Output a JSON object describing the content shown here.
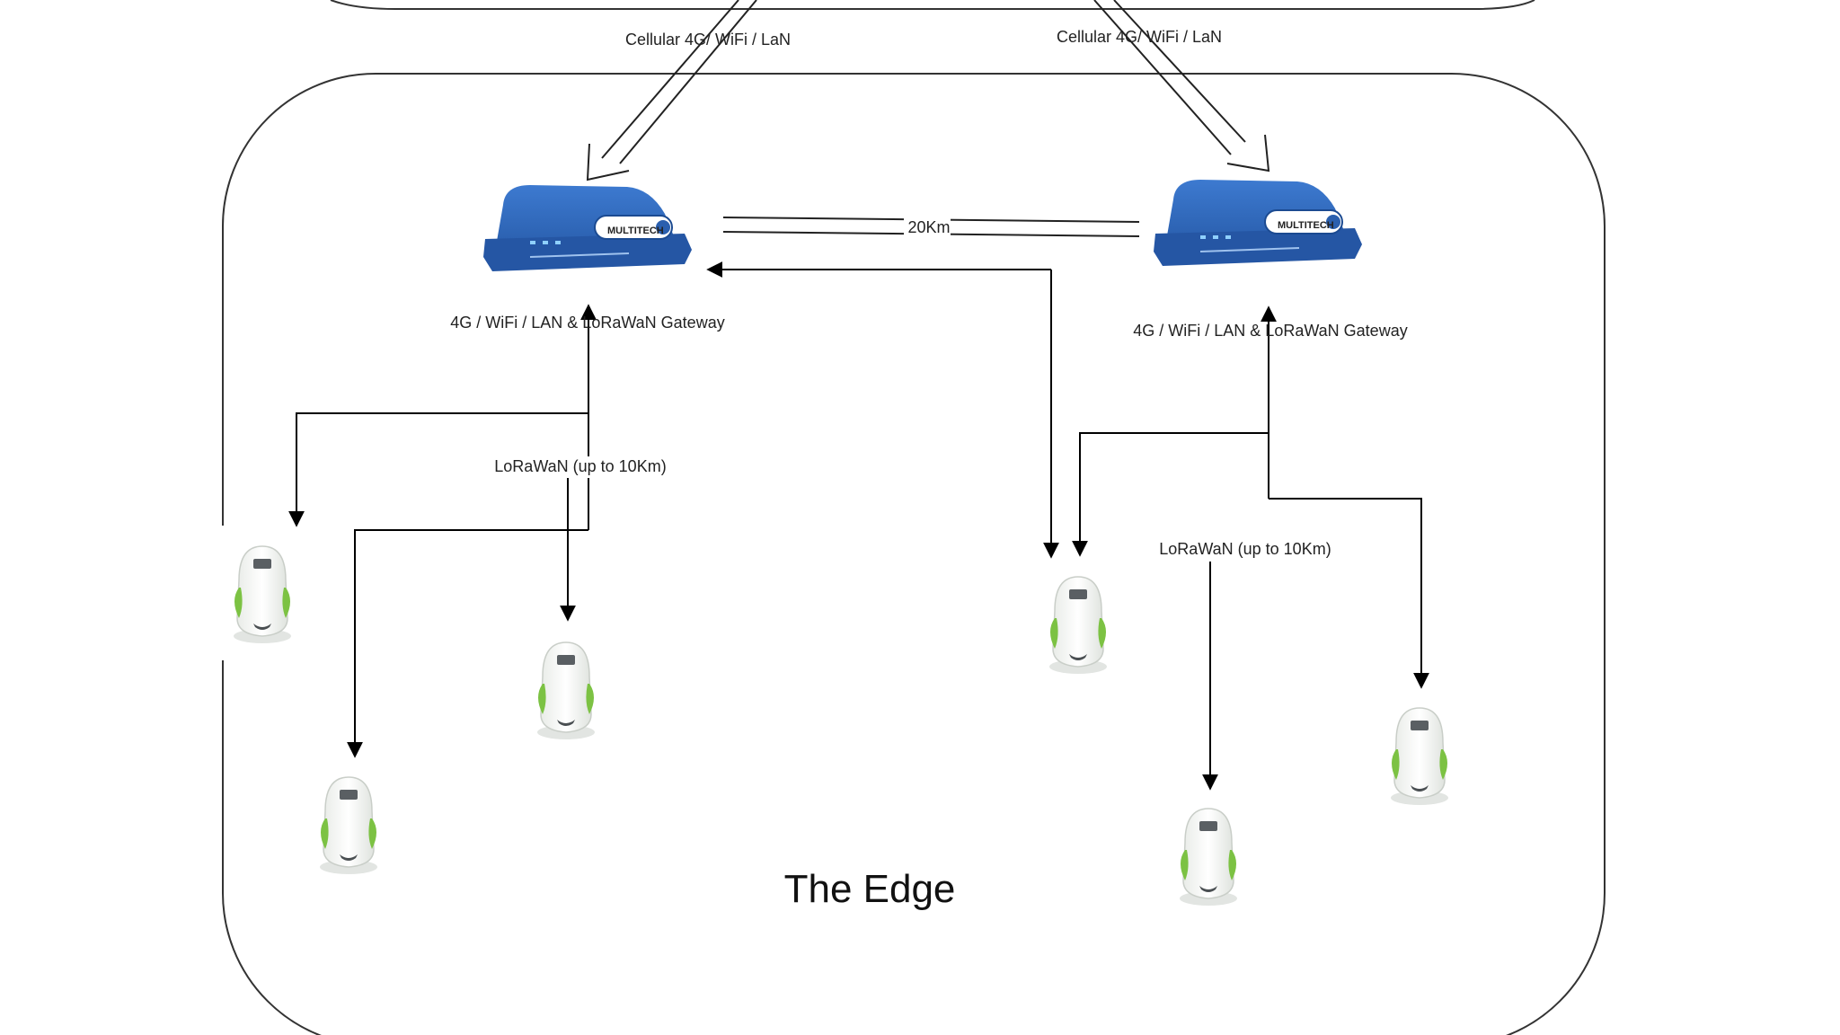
{
  "links": {
    "uplink_left": "Cellular 4G/ WiFi / LaN",
    "uplink_right": "Cellular 4G/ WiFi / LaN",
    "distance": "20Km",
    "lorawan_left": "LoRaWaN (up to 10Km)",
    "lorawan_right": "LoRaWaN (up to 10Km)"
  },
  "gateways": {
    "left": {
      "label": "4G / WiFi / LAN & LoRaWaN Gateway",
      "brand": "MULTITECH"
    },
    "right": {
      "label": "4G / WiFi / LAN & LoRaWaN Gateway",
      "brand": "MULTITECH"
    }
  },
  "zone": {
    "title": "The Edge"
  },
  "colors": {
    "gateway_blue": "#2f66b8",
    "gateway_dark": "#1f4c93",
    "sensor_green": "#7cc243",
    "line": "#000000"
  }
}
